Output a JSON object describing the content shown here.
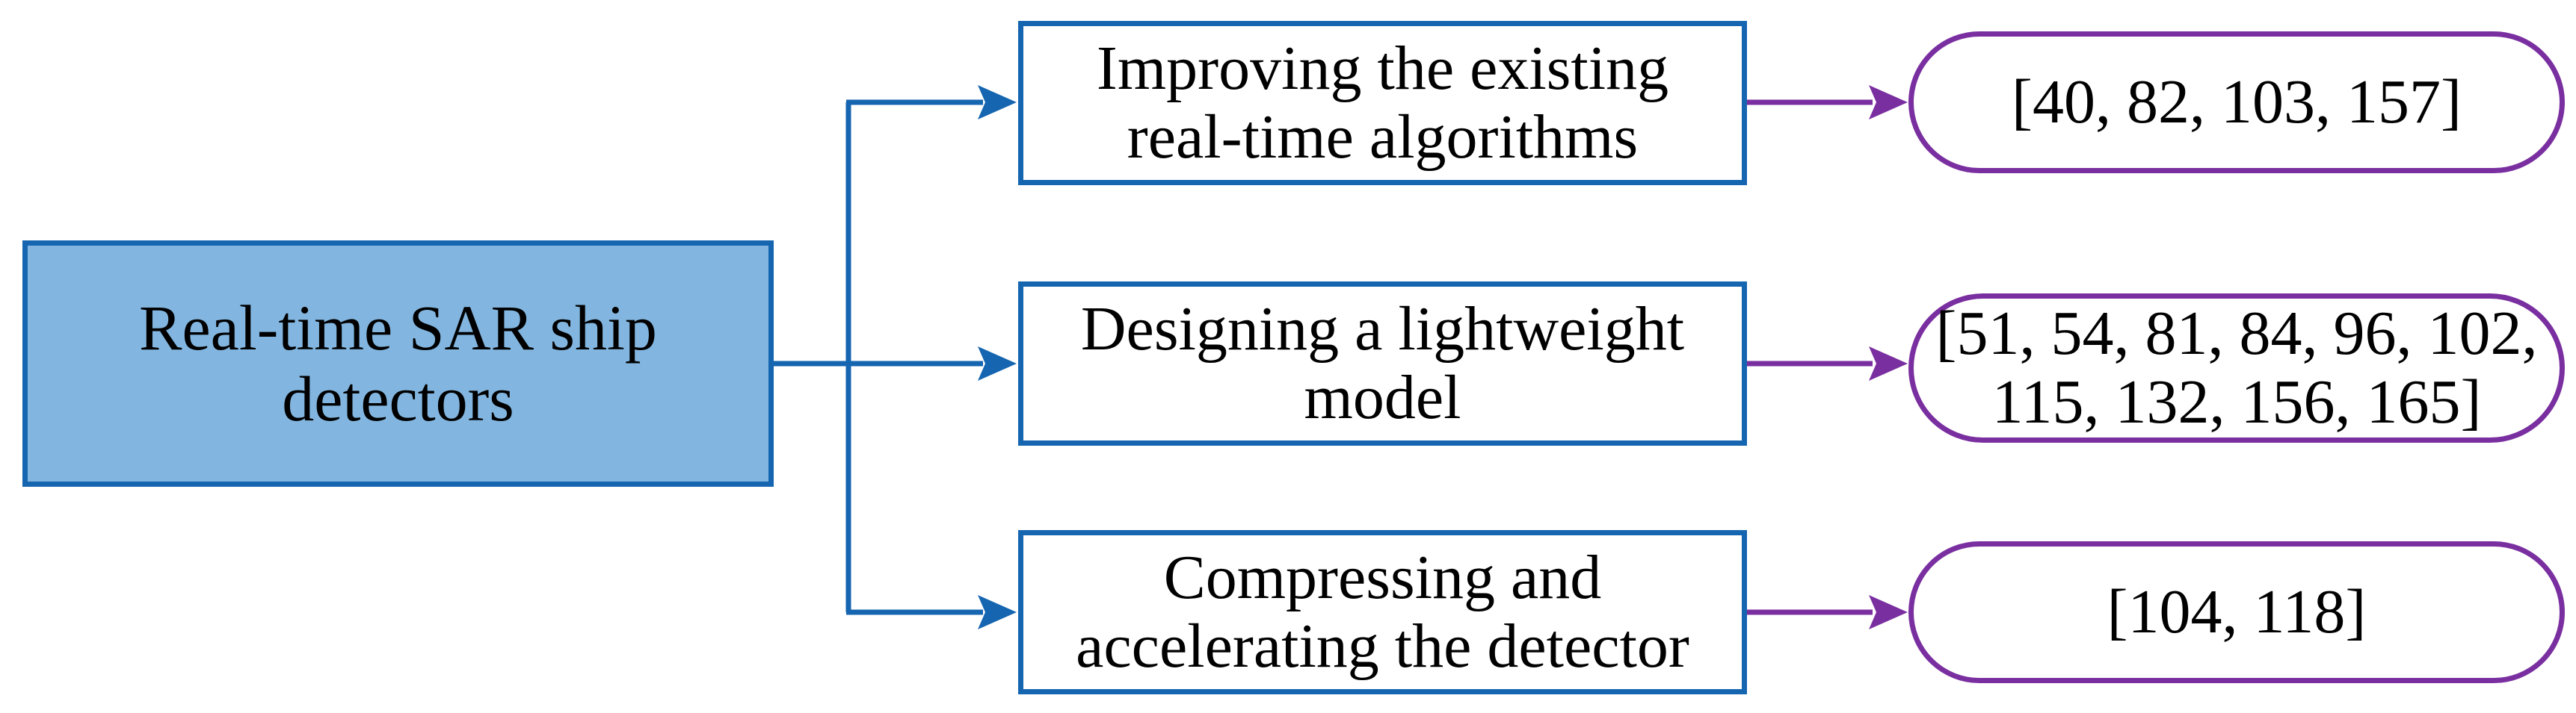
{
  "root": {
    "line1": "Real-time SAR ship",
    "line2": "detectors"
  },
  "methods": [
    {
      "line1": "Improving the existing",
      "line2": "real-time algorithms",
      "refs_line1": "[40, 82, 103, 157]",
      "refs_line2": ""
    },
    {
      "line1": "Designing a lightweight",
      "line2": "model",
      "refs_line1": "[51, 54, 81, 84, 96, 102,",
      "refs_line2": "115, 132, 156, 165]"
    },
    {
      "line1": "Compressing and",
      "line2": "accelerating the detector",
      "refs_line1": "[104, 118]",
      "refs_line2": ""
    }
  ],
  "colors": {
    "root_fill": "#82b6e0",
    "blue": "#1565b0",
    "purple": "#7a2fa0"
  }
}
